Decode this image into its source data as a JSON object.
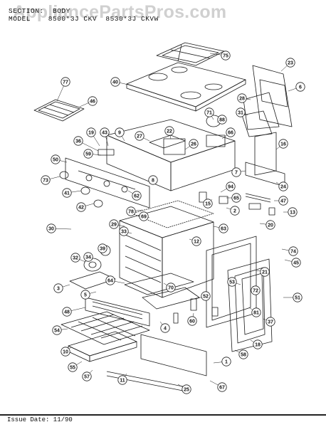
{
  "watermark": "AppliancePartsPros.com",
  "header": {
    "line1": "SECTION:  BODY",
    "line2": "MODEL    8500*3J CKV  8530*3J CKVW"
  },
  "footer": {
    "issue": "Issue Date: 11/90"
  },
  "part_numbers": [
    "75",
    "40",
    "23",
    "77",
    "46",
    "6",
    "28",
    "31",
    "71",
    "88",
    "66",
    "16",
    "19",
    "43",
    "9",
    "27",
    "22",
    "26",
    "36",
    "59",
    "8",
    "50",
    "73",
    "41",
    "62",
    "42",
    "7",
    "65",
    "24",
    "94",
    "15",
    "47",
    "13",
    "78",
    "2",
    "29",
    "69",
    "33",
    "30",
    "63",
    "12",
    "20",
    "74",
    "32",
    "34",
    "39",
    "70",
    "64",
    "45",
    "21",
    "3",
    "5",
    "53",
    "72",
    "51",
    "52",
    "81",
    "48",
    "4",
    "60",
    "37",
    "10",
    "54",
    "18",
    "58",
    "1",
    "11",
    "55",
    "57",
    "25",
    "67"
  ],
  "colors": {
    "line": "#1a1a1a",
    "watermark": "#bdbdbd"
  }
}
